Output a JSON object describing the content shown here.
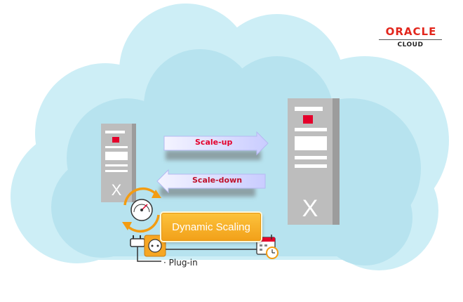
{
  "logo": {
    "brand": "ORACLE",
    "sub": "CLOUD"
  },
  "arrows": {
    "scale_up": "Scale-up",
    "scale_down": "Scale-down"
  },
  "scaling": {
    "label": "Dynamic Scaling"
  },
  "plugin": {
    "label": "Plug-in"
  },
  "colors": {
    "cloud_outer": "#cdeef6",
    "cloud_inner": "#b7e3ef",
    "server_body": "#b7b7b7",
    "accent_red": "#e4002b",
    "scaling_orange": "#f6a623"
  }
}
